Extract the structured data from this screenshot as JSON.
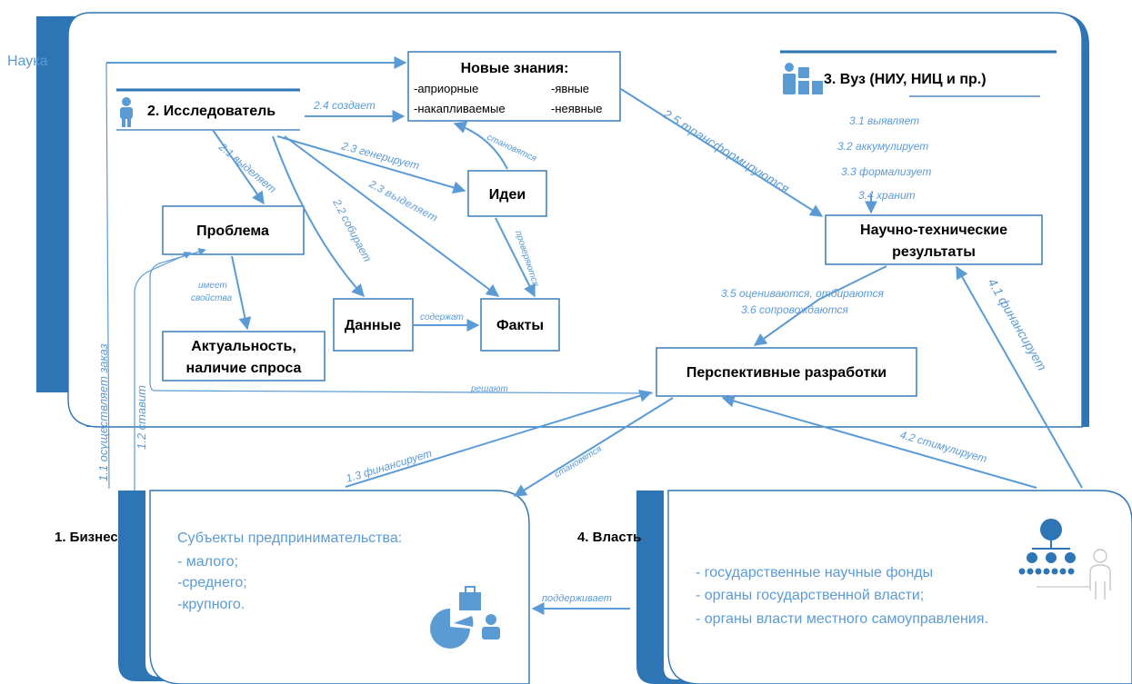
{
  "science": {
    "label": "Наука"
  },
  "researcher": {
    "title": "2. Исследователь"
  },
  "university": {
    "title": "3. Вуз (НИУ, НИЦ и пр.)"
  },
  "new_knowledge": {
    "title": "Новые знания:",
    "items": [
      "-априорные",
      "-явные",
      "-накапливаемые",
      "-неявные"
    ]
  },
  "nodes": {
    "problem": "Проблема",
    "ideas": "Идеи",
    "data": "Данные",
    "facts": "Факты",
    "relevance_1": "Актуальность,",
    "relevance_2": "наличие спроса",
    "str_1": "Научно-технические",
    "str_2": "результаты",
    "prospective": "Перспективные  разработки"
  },
  "labels": {
    "creates": "2.4 создает",
    "highlights": "2.1 выделяет",
    "generates": "2.3 генерирует",
    "highlights_2": "2.3 выделяет",
    "collects": "2.2 собирает",
    "become": "становятся",
    "checked": "проверяются",
    "contain": "содержат",
    "has_properties_1": "имеет",
    "has_properties_2": "свойства",
    "transform": "2.5 трансформируются",
    "identifies": "3.1 выявляет",
    "accumulates": "3.2 аккумулирует",
    "formalizes": "3.3 формализует",
    "stores": "3.4 хранит",
    "evaluated": "3.5 оцениваются, отбираются",
    "accompanied": "3.6 сопровождаются",
    "solve": "решают",
    "orders": "1.1 осуществляет заказ",
    "poses": "1.2 ставит",
    "finances_1": "1.3 финансирует",
    "become_2": "становятся",
    "stimulates": "4.2 стимулирует",
    "finances_4": "4.1 финансирует",
    "supports": "поддерживает"
  },
  "business": {
    "title": "1. Бизнес",
    "lines": [
      "Субъекты предпринимательства:",
      "- малого;",
      "-среднего;",
      "-крупного."
    ]
  },
  "authority": {
    "title": "4. Власть",
    "lines": [
      "- государственные научные фонды",
      "- органы государственной власти;",
      "- органы власти местного самоуправления."
    ]
  },
  "colors": {
    "accent": "#5b9bd5",
    "dark_accent": "#2e75b6"
  },
  "icons": [
    "researcher-icon",
    "university-icon",
    "business-chart-icon",
    "authority-hierarchy-icon"
  ]
}
